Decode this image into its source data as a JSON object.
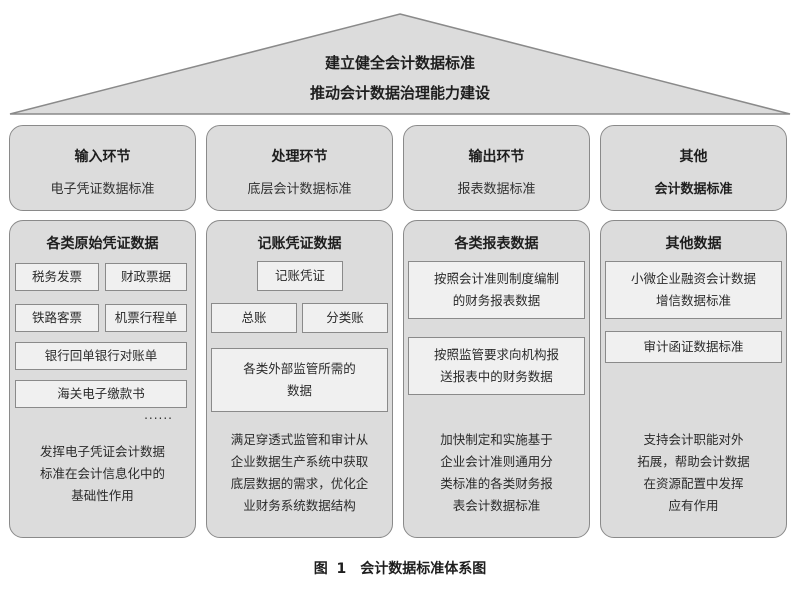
{
  "roof": {
    "line1": "建立健全会计数据标准",
    "line2": "推动会计数据治理能力建设"
  },
  "columns": [
    {
      "header_title": "输入环节",
      "header_sub": "电子凭证数据标准",
      "body_title": "各类原始凭证数据",
      "boxes": [
        "税务发票",
        "财政票据",
        "铁路客票",
        "机票行程单",
        "银行回单银行对账单",
        "海关电子缴款书"
      ],
      "ellipsis": "......",
      "desc": [
        "发挥电子凭证会计数据",
        "标准在会计信息化中的",
        "基础性作用"
      ]
    },
    {
      "header_title": "处理环节",
      "header_sub": "底层会计数据标准",
      "body_title": "记账凭证数据",
      "boxes": [
        "记账凭证",
        "总账",
        "分类账"
      ],
      "box_wide": [
        "各类外部监管所需的",
        "数据"
      ],
      "desc": [
        "满足穿透式监管和审计从",
        "企业数据生产系统中获取",
        "底层数据的需求，优化企",
        "业财务系统数据结构"
      ]
    },
    {
      "header_title": "输出环节",
      "header_sub": "报表数据标准",
      "body_title": "各类报表数据",
      "box1": [
        "按照会计准则制度编制",
        "的财务报表数据"
      ],
      "box2": [
        "按照监管要求向机构报",
        "送报表中的财务数据"
      ],
      "desc": [
        "加快制定和实施基于",
        "企业会计准则通用分",
        "类标准的各类财务报",
        "表会计数据标准"
      ]
    },
    {
      "header_title": "其他",
      "header_sub": "会计数据标准",
      "body_title": "其他数据",
      "box1": [
        "小微企业融资会计数据",
        "增信数据标准"
      ],
      "box2": "审计函证数据标准",
      "desc": [
        "支持会计职能对外",
        "拓展，帮助会计数据",
        "在资源配置中发挥",
        "应有作用"
      ]
    }
  ],
  "caption": "图 1　会计数据标准体系图",
  "colors": {
    "panel_fill": "#dcdcdc",
    "box_fill": "#f0f0f0",
    "border": "#8a8a8a"
  }
}
